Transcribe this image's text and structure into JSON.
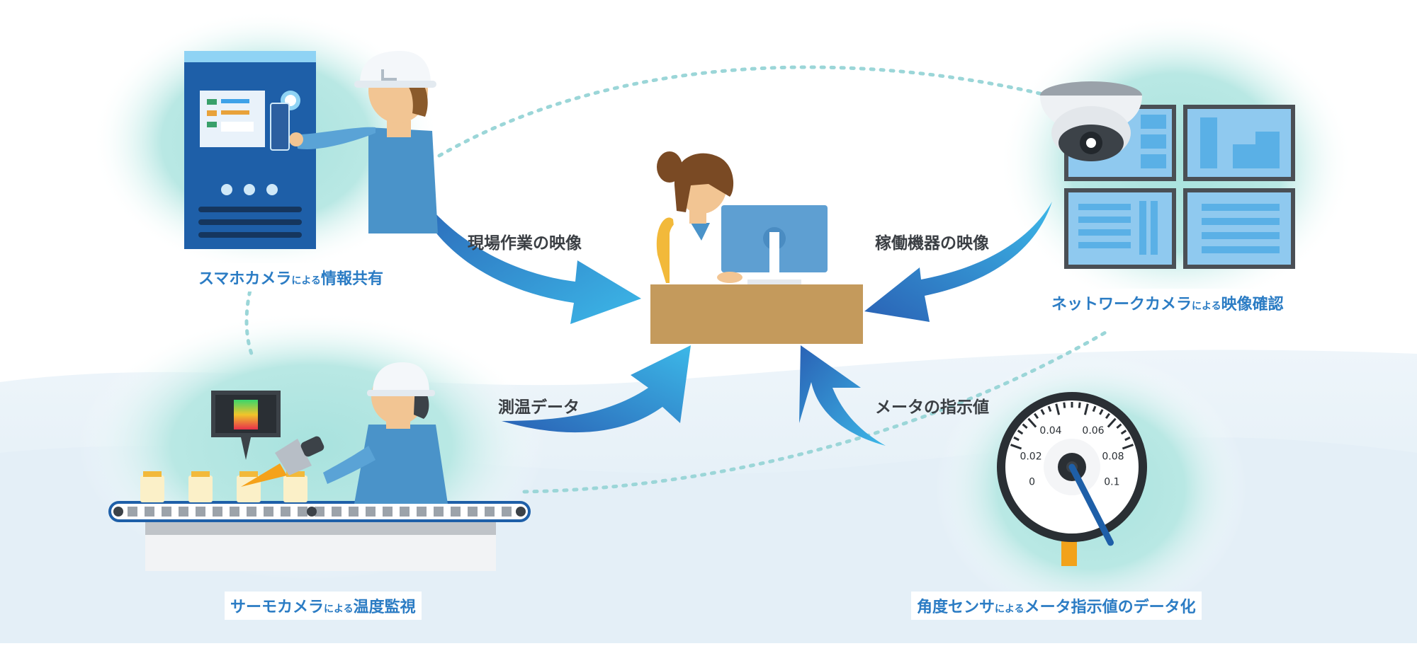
{
  "flows": {
    "site_work_video": "現場作業の映像",
    "equipment_video": "稼働機器の映像",
    "temperature_data": "測温データ",
    "meter_value": "メータの指示値"
  },
  "captions": {
    "smartphone": {
      "main1": "スマホカメラ",
      "small": "による",
      "main2": "情報共有"
    },
    "network": {
      "main1": "ネットワークカメラ",
      "small": "による",
      "main2": "映像確認"
    },
    "thermo": {
      "main1": "サーモカメラ",
      "small": "による",
      "main2": "温度監視"
    },
    "angle": {
      "main1": "角度センサ",
      "small": "による",
      "main2": "メータ指示値のデータ化"
    }
  },
  "gauge": {
    "ticks": [
      "0",
      "0.02",
      "0.04",
      "0.06",
      "0.08",
      "0.1"
    ],
    "needle_level": 0.9
  },
  "colors": {
    "accent": "#2b7cc4",
    "arrow_light": "#39b3e6",
    "arrow_dark": "#2a6fbf",
    "glow": "#a8e2de",
    "desk": "#c49a5c",
    "uniform": "#4a93c9"
  }
}
